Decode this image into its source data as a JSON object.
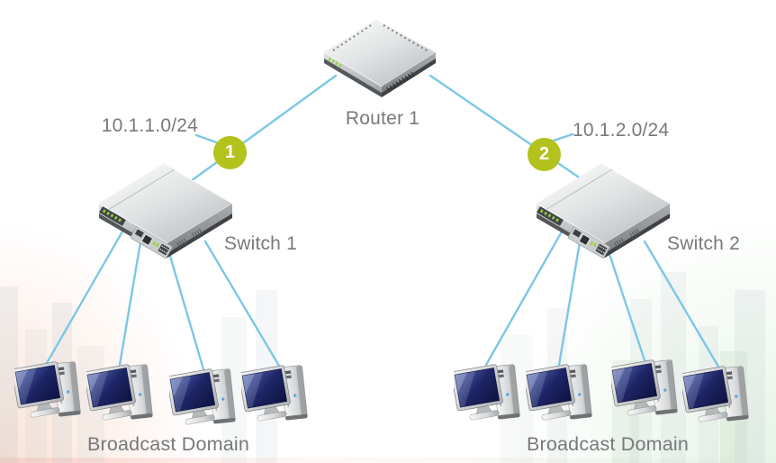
{
  "diagram": {
    "router": {
      "label": "Router 1"
    },
    "links": [
      {
        "badge": "1",
        "subnet": "10.1.1.0/24"
      },
      {
        "badge": "2",
        "subnet": "10.1.2.0/24"
      }
    ],
    "switches": [
      {
        "label": "Switch 1"
      },
      {
        "label": "Switch 2"
      }
    ],
    "broadcast_domains": [
      {
        "label": "Broadcast Domain"
      },
      {
        "label": "Broadcast Domain"
      }
    ],
    "icons": [
      "router-icon",
      "switch-icon",
      "computer-icon",
      "link-badge"
    ],
    "colors": {
      "link_line": "#7cc7e6",
      "badge_bg": "#b3c21c",
      "badge_text": "#ffffff",
      "label_text": "#77797c",
      "screen_navy": "#1d2566"
    }
  }
}
